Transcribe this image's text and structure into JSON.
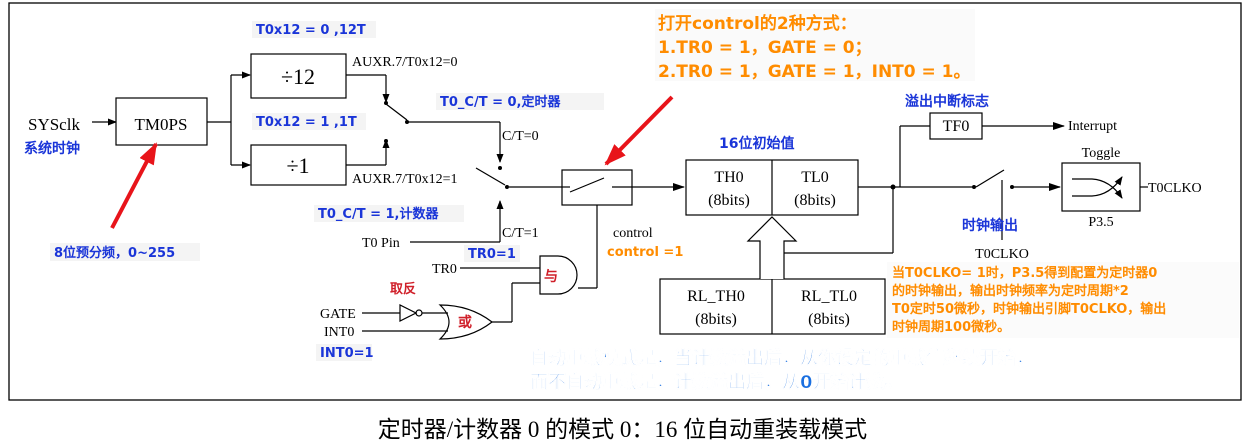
{
  "diagram": {
    "sysclk": "SYSclk",
    "tm0ps": "TM0PS",
    "div12": "÷12",
    "div1": "÷1",
    "auxr_0": "AUXR.7/T0x12=0",
    "auxr_1": "AUXR.7/T0x12=1",
    "ct0": "C/T=0",
    "ct1": "C/T=1",
    "t0pin": "T0 Pin",
    "tr0": "TR0",
    "gate": "GATE",
    "int0": "INT0",
    "control": "control",
    "th0": "TH0",
    "th0_bits": "(8bits)",
    "tl0": "TL0",
    "tl0_bits": "(8bits)",
    "rl_th0": "RL_TH0",
    "rl_th0_bits": "(8bits)",
    "rl_tl0": "RL_TL0",
    "rl_tl0_bits": "(8bits)",
    "tf0": "TF0",
    "interrupt": "Interrupt",
    "toggle": "Toggle",
    "t0clko_out": "T0CLKO",
    "p35": "P3.5",
    "t0clko_label": "T0CLKO",
    "and_gate": "与",
    "or_gate": "或"
  },
  "annotations": {
    "t0x12_0": "T0x12 = 0 ,12T",
    "t0x12_1": "T0x12 = 1 ,1T",
    "sysclk_cn": "系统时钟",
    "prescale": "8位预分频，0~255",
    "t0ct_0": "T0_C/T = 0,定时器",
    "t0ct_1": "T0_C/T = 1,计数器",
    "tr0_1": "TR0=1",
    "invert": "取反",
    "int0_1": "INT0=1",
    "control_1": "control =1",
    "open_title": "打开control的2种方式：",
    "open_1": "1.TR0 = 1，GATE = 0；",
    "open_2": "2.TR0 = 1，GATE = 1，INT0 = 1。",
    "init16": "16位初始值",
    "overflow_flag": "溢出中断标志",
    "clk_out": "时钟输出",
    "clko_note_1": "当T0CLKO= 1时，P3.5得到配置为定时器0",
    "clko_note_2": "的时钟输出，输出时钟频率为定时周期*2",
    "clko_note_3": "T0定时50微秒，时钟输出引脚T0CLKO，输出",
    "clko_note_4": "时钟周期100微秒。",
    "reload_1": "自动重载模式是，当计数溢出后，从你设定的重载值继续开始，",
    "reload_2": "而不自动重载是，计数溢出后，从0开始计数。"
  },
  "caption": "定时器/计数器 0 的模式 0：16 位自动重装载模式",
  "colors": {
    "annotation_blue": "#1a35d8",
    "annotation_orange": "#ff8c00",
    "arrow_red": "#e8141a"
  }
}
